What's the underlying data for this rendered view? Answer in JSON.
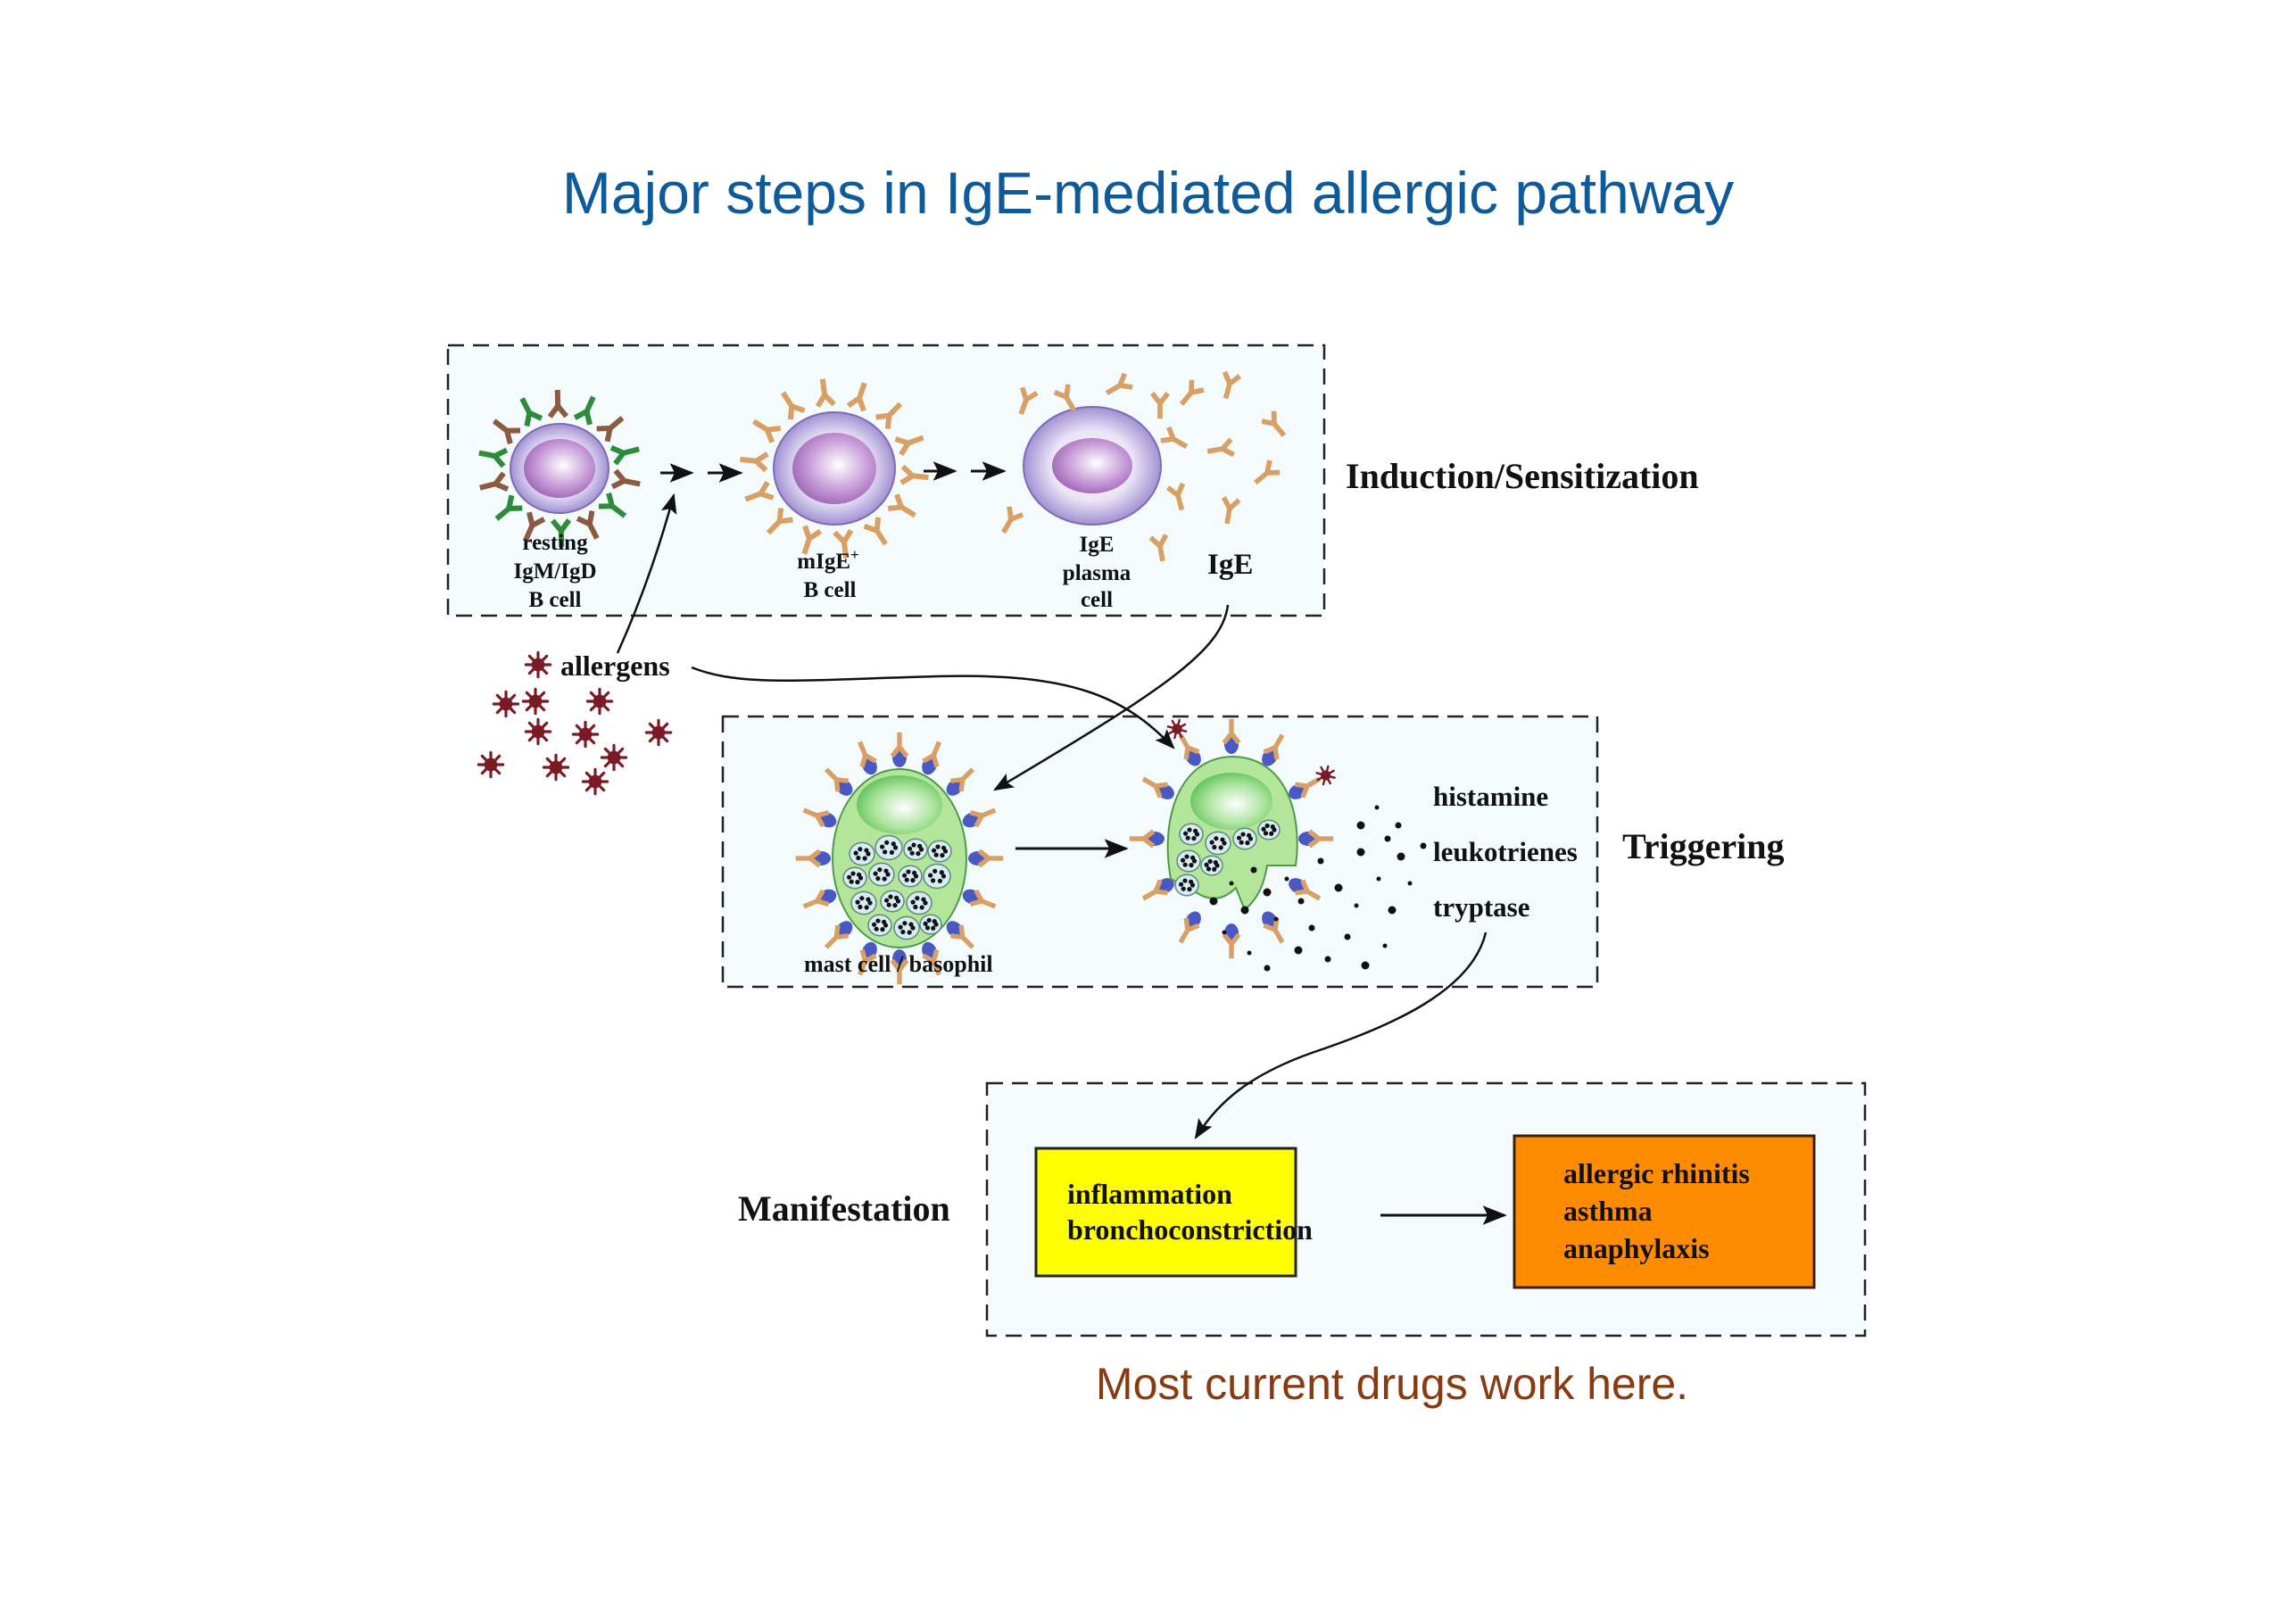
{
  "title": "Major steps in IgE-mediated allergic pathway",
  "footnote": "Most current drugs work here.",
  "colors": {
    "title": "#0f5b9a",
    "footnote": "#8a3a10",
    "panel_fill": "#f3fbfd",
    "panel_border": "#222222",
    "effect_box": "#ffff00",
    "disease_box": "#ff8c00",
    "allergen": "#7a1a24",
    "b_cell": "#b7a3dc",
    "mast_cell": "#b3e59a",
    "ige_antibody": "#d9a066",
    "igm_antibody": "#2e8b3a",
    "igd_antibody": "#8c5a40",
    "receptor": "#4a58c4"
  },
  "stages": {
    "induction": {
      "label": "Induction/Sensitization",
      "cells": [
        {
          "label_lines": [
            "resting",
            "IgM/IgD",
            "B cell"
          ]
        },
        {
          "label_lines": [
            "mIgE",
            "B cell"
          ],
          "superscript": "+"
        },
        {
          "label_lines": [
            "IgE",
            "plasma",
            "cell"
          ]
        }
      ],
      "ige_label": "IgE"
    },
    "allergens": {
      "label": "allergens"
    },
    "triggering": {
      "label": "Triggering",
      "cell_label": "mast cell / basophil",
      "mediators": [
        "histamine",
        "leukotrienes",
        "tryptase"
      ]
    },
    "manifestation": {
      "label": "Manifestation",
      "effects": [
        "inflammation",
        "bronchoconstriction"
      ],
      "diseases": [
        "allergic rhinitis",
        "asthma",
        "anaphylaxis"
      ]
    }
  }
}
